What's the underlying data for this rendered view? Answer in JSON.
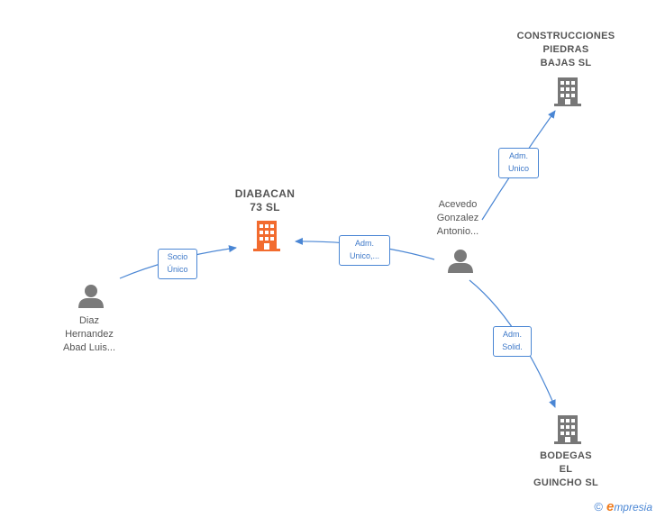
{
  "nodes": {
    "diabacan": {
      "label": "DIABACAN\n73  SL"
    },
    "construcciones": {
      "label": "CONSTRUCCIONES\nPIEDRAS\nBAJAS  SL"
    },
    "bodegas": {
      "label": "BODEGAS\nEL\nGUINCHO SL"
    },
    "acevedo": {
      "label": "Acevedo\nGonzalez\nAntonio..."
    },
    "diaz": {
      "label": "Diaz\nHernandez\nAbad Luis..."
    }
  },
  "edges": {
    "diaz_diabacan": "Socio\nÚnico",
    "acevedo_diabacan": "Adm.\nUnico,...",
    "acevedo_construcciones": "Adm.\nUnico",
    "acevedo_bodegas": "Adm.\nSolid."
  },
  "brand": {
    "copyright": "©",
    "initial": "e",
    "name": "mpresia"
  },
  "colors": {
    "main_company": "#f26b2e",
    "company": "#777777",
    "person": "#7a7a7a",
    "edge": "#4a86d4"
  }
}
